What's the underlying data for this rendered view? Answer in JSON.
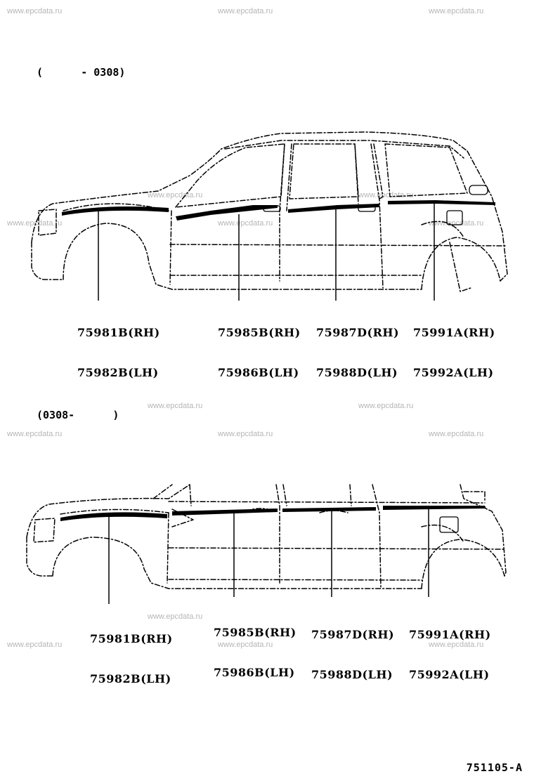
{
  "watermark": "www.epcdata.ru",
  "diagrams": [
    {
      "period": "(      - 0308)",
      "labels": [
        {
          "rh": "75981B(RH)",
          "lh": "75982B(LH)"
        },
        {
          "rh": "75985B(RH)",
          "lh": "75986B(LH)"
        },
        {
          "rh": "75987D(RH)",
          "lh": "75988D(LH)"
        },
        {
          "rh": "75991A(RH)",
          "lh": "75992A(LH)"
        }
      ]
    },
    {
      "period": "(0308-      )",
      "labels": [
        {
          "rh": "75981B(RH)",
          "lh": "75982B(LH)"
        },
        {
          "rh": "75985B(RH)",
          "lh": "75986B(LH)"
        },
        {
          "rh": "75987D(RH)",
          "lh": "75988D(LH)"
        },
        {
          "rh": "75991A(RH)",
          "lh": "75992A(LH)"
        }
      ]
    }
  ],
  "illustration_code": "751105-A"
}
